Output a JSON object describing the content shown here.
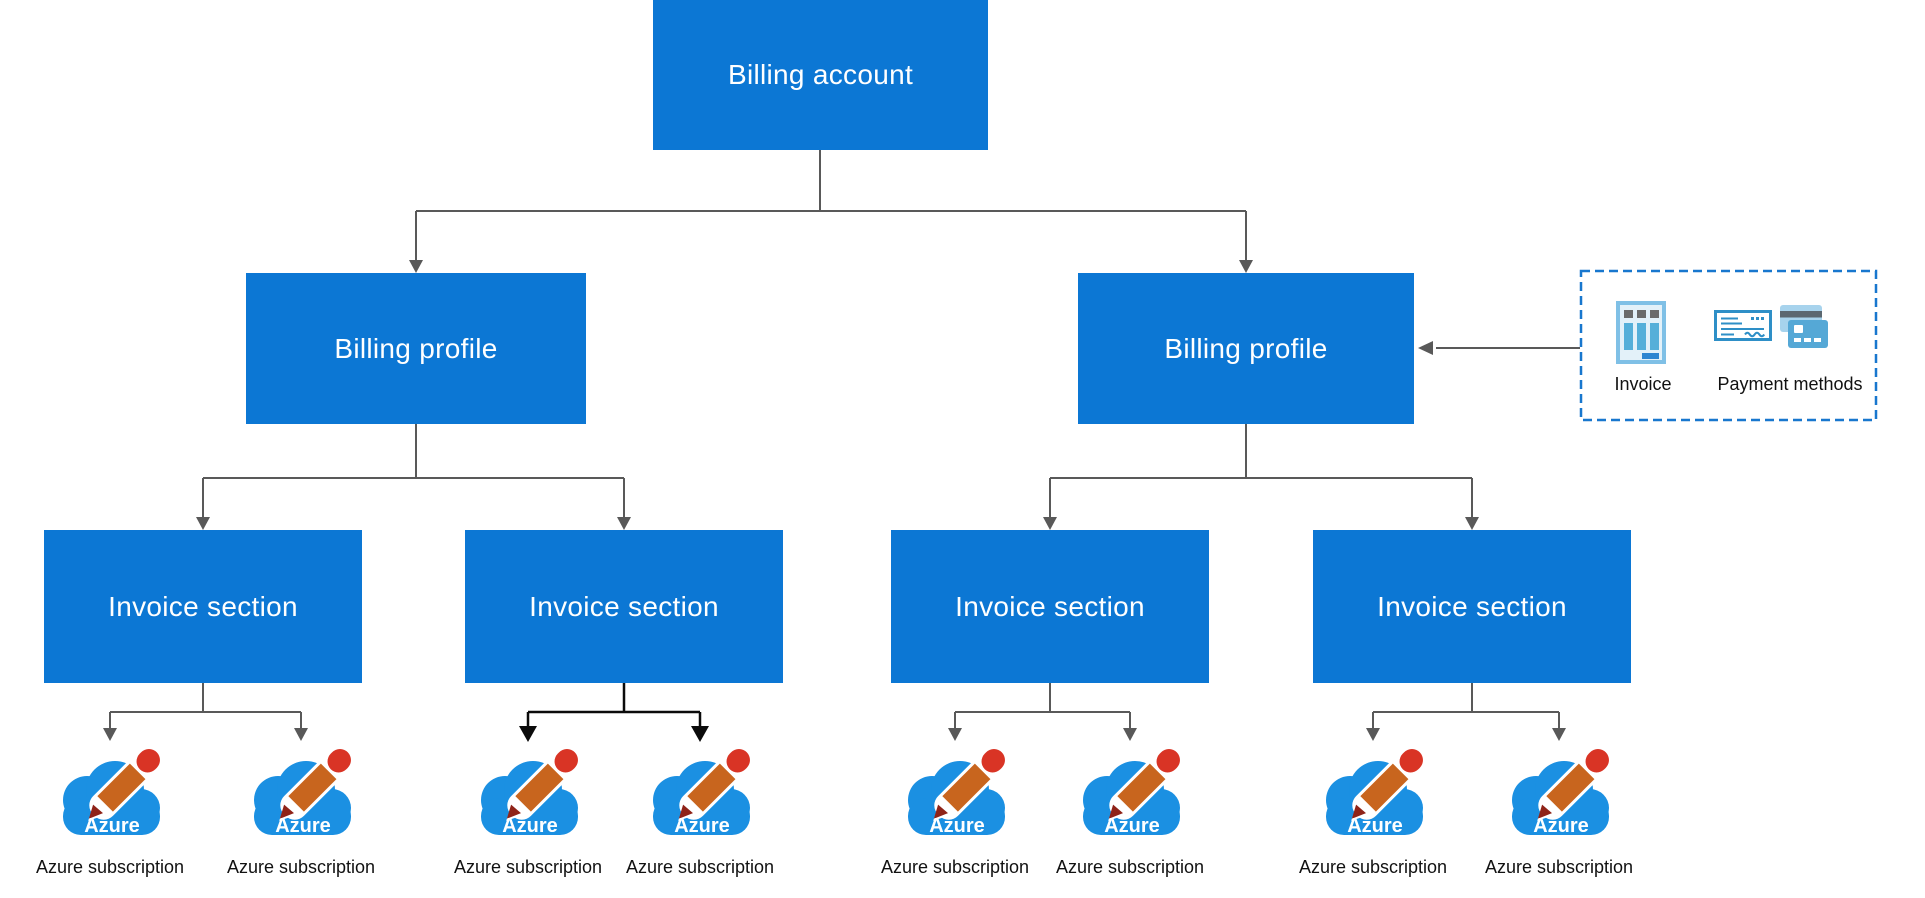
{
  "theme": {
    "box_fill": "#0C77D4",
    "box_text": "#FFFFFF",
    "connector_gray": "#595959",
    "connector_black": "#0B0B0B",
    "dashed_border": "#1877CE",
    "cloud_blue": "#1B90E2",
    "pencil_orange": "#C8651E",
    "pencil_red": "#D93425",
    "label_text": "#111111"
  },
  "nodes": {
    "billing_account": {
      "label": "Billing account"
    },
    "billing_profile_left": {
      "label": "Billing profile"
    },
    "billing_profile_right": {
      "label": "Billing profile"
    },
    "invoice_section_1": {
      "label": "Invoice section"
    },
    "invoice_section_2": {
      "label": "Invoice section"
    },
    "invoice_section_3": {
      "label": "Invoice section"
    },
    "invoice_section_4": {
      "label": "Invoice section"
    }
  },
  "subscriptions": [
    {
      "label": "Azure subscription"
    },
    {
      "label": "Azure subscription"
    },
    {
      "label": "Azure subscription"
    },
    {
      "label": "Azure subscription"
    },
    {
      "label": "Azure subscription"
    },
    {
      "label": "Azure subscription"
    },
    {
      "label": "Azure subscription"
    },
    {
      "label": "Azure subscription"
    }
  ],
  "azure_icon": {
    "logo_text": "Azure"
  },
  "legend": {
    "invoice": {
      "label": "Invoice"
    },
    "payment_methods": {
      "label": "Payment methods"
    }
  }
}
